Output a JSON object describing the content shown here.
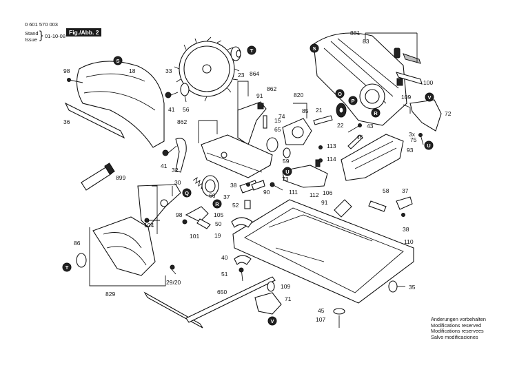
{
  "header": {
    "doc_number": "0 601 570 003",
    "stand_label": "Stand",
    "issue_label": "Issue",
    "date": "01-10-08",
    "figure_label": "Fig./Abb. 2"
  },
  "notes": [
    "Änderungen vorbehalten",
    "Modifications reserved",
    "Modifications reservees",
    "Salvo modificaciones"
  ],
  "part_labels": {
    "p881": "881",
    "p83": "83",
    "pS1": "S",
    "p18": "18",
    "p98a": "98",
    "pT1": "T",
    "p33": "33",
    "p23": "23",
    "p864": "864",
    "p91a": "91",
    "p862a": "862",
    "p820": "820",
    "p100": "100",
    "p109a": "109",
    "p36": "36",
    "p41a": "41",
    "p56": "56",
    "pO": "O",
    "pP": "P",
    "pR1": "R",
    "p74": "74",
    "p85": "85",
    "p21": "21",
    "p22": "22",
    "p43": "43",
    "pV1": "V",
    "p72": "72",
    "p75": "75",
    "p3x": "3x",
    "pU1": "U",
    "p862b": "862",
    "p15": "15",
    "p65": "65",
    "p46": "46",
    "p93": "93",
    "p113": "113",
    "p114": "114",
    "p41b": "41",
    "p32": "32",
    "p59": "59",
    "pU2": "U",
    "p73": "73",
    "p899": "899",
    "p30": "30",
    "p38": "38",
    "p90": "90",
    "p111": "111",
    "pQ": "Q",
    "p66": "66",
    "pR2": "R",
    "p37a": "37",
    "p52": "52",
    "p106": "106",
    "p112": "112",
    "p91b": "91",
    "p58": "58",
    "p37b": "37",
    "p104": "104",
    "p98b": "98",
    "p50": "50",
    "p105": "105",
    "p38b": "38",
    "p86": "86",
    "p101": "101",
    "p19": "19",
    "p110": "110",
    "pT2": "T",
    "p40": "40",
    "p29_20": "29/20",
    "p51": "51",
    "p109b": "109",
    "p35": "35",
    "p829": "829",
    "p650": "650",
    "p71": "71",
    "p45": "45",
    "p107": "107",
    "pV2": "V",
    "pS2": "S"
  }
}
